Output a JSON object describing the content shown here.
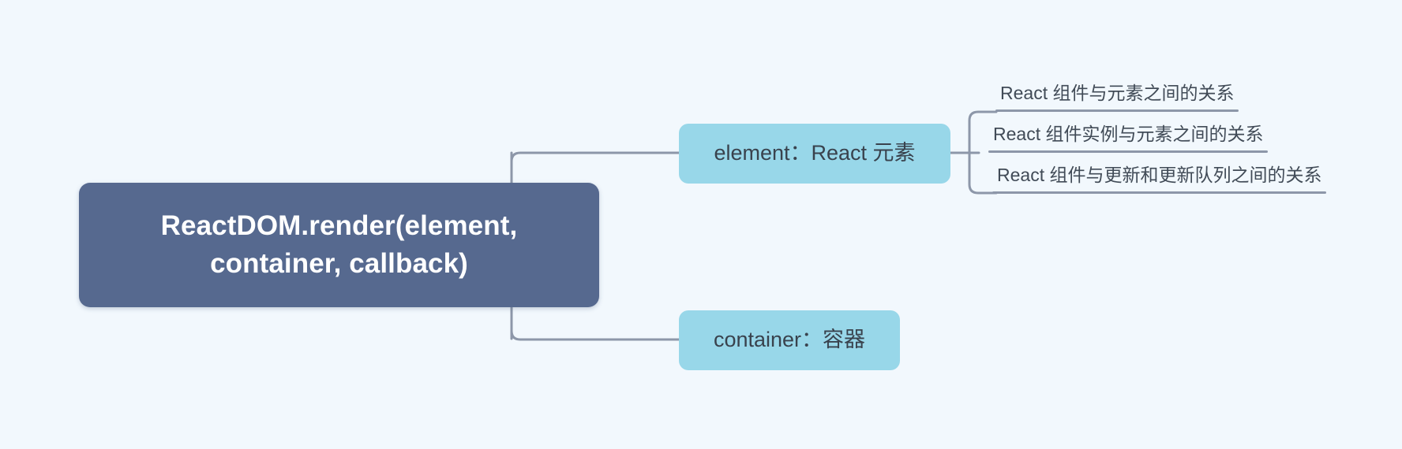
{
  "canvas": {
    "background_color": "#f2f8fd",
    "connector_color": "#8d97a9"
  },
  "mindmap": {
    "root": {
      "label": "ReactDOM.render(element, container, callback)",
      "color": "#56698f",
      "text_color": "#ffffff"
    },
    "branches": [
      {
        "id": "element",
        "label": "element：React 元素",
        "color": "#98d7e9",
        "text_color": "#39424d",
        "children": [
          {
            "id": "leaf-1",
            "label": "React 组件与元素之间的关系"
          },
          {
            "id": "leaf-2",
            "label": "React 组件实例与元素之间的关系"
          },
          {
            "id": "leaf-3",
            "label": "React 组件与更新和更新队列之间的关系"
          }
        ]
      },
      {
        "id": "container",
        "label": "container：容器",
        "color": "#98d7e9",
        "text_color": "#39424d",
        "children": []
      }
    ]
  }
}
